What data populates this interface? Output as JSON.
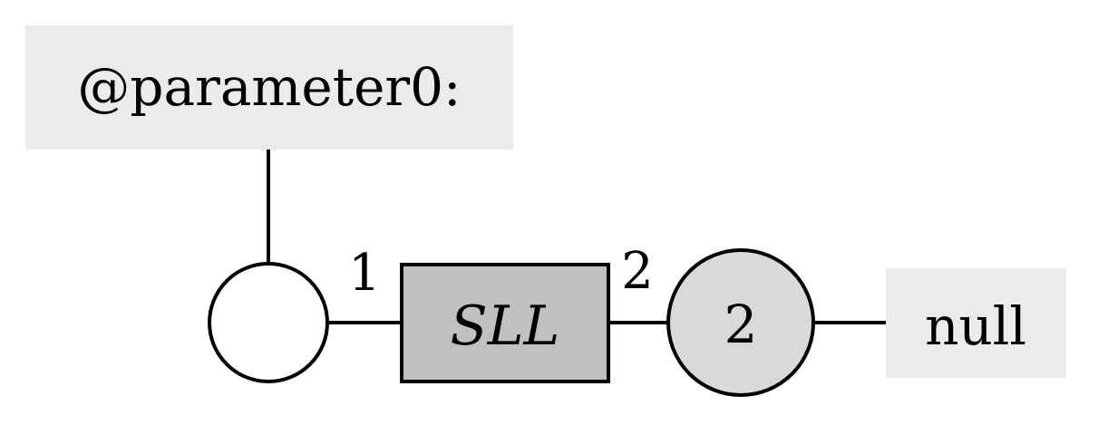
{
  "diagram": {
    "parameter_label": "@parameter0:",
    "null_label": "null",
    "edge_label_left": "1",
    "edge_label_right": "2",
    "box_label": "SLL",
    "circle_label": "2",
    "colors": {
      "label_background": "#ebebeb",
      "box_fill": "#c0c0c0",
      "filled_circle": "#d9d9d9",
      "empty_circle": "#ffffff",
      "stroke": "#000000"
    }
  }
}
